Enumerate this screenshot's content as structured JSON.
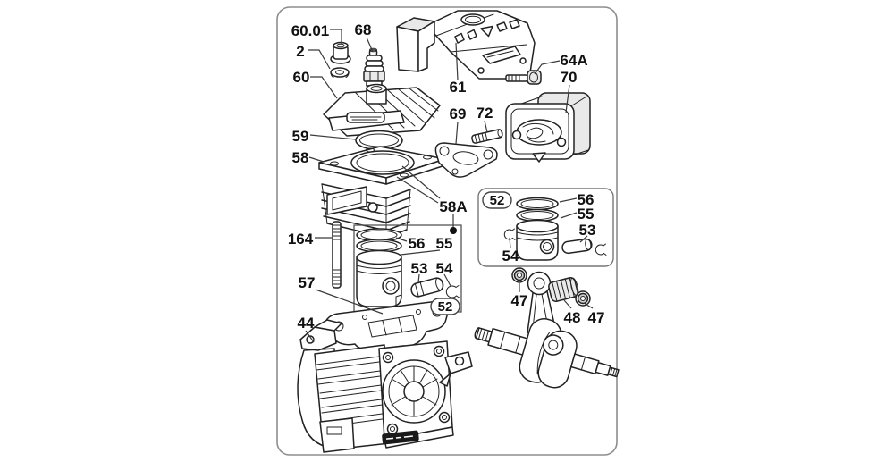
{
  "figure": {
    "kind": "exploded-parts-diagram",
    "panel_background": "#ffffff",
    "panel_border_color": "#8d8d8d",
    "line_color": "#222222",
    "label_color": "#111111"
  },
  "callouts": {
    "c60_01": "60.01",
    "c2": "2",
    "c68": "68",
    "c60": "60",
    "c61": "61",
    "c64a": "64A",
    "c70": "70",
    "c69": "69",
    "c72": "72",
    "c59": "59",
    "c58": "58",
    "c58a": "58A",
    "c164": "164",
    "c56": "56",
    "c55": "55",
    "c53": "53",
    "c54": "54",
    "c52": "52",
    "c57": "57",
    "c44": "44",
    "c47_left": "47",
    "c48": "48",
    "c47_right": "47"
  },
  "inset": {
    "c52": "52",
    "c56": "56",
    "c55": "55",
    "c53": "53",
    "c54": "54"
  }
}
